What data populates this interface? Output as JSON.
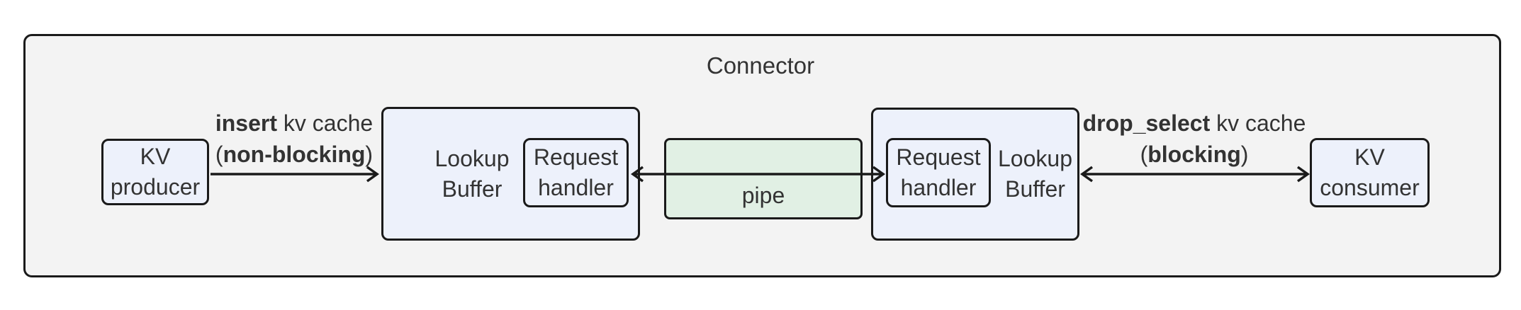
{
  "colors": {
    "canvas_bg": "#ffffff",
    "connector_fill": "#f3f3f3",
    "node_fill": "#edf1fb",
    "pipe_fill": "#e1f0e4",
    "border": "#1a1a1a",
    "text": "#333333"
  },
  "connector": {
    "title": "Connector"
  },
  "nodes": {
    "kv_producer": {
      "lines": [
        "KV",
        "producer"
      ]
    },
    "lookup_buffer_left": {
      "lines": [
        "Lookup",
        "Buffer"
      ]
    },
    "request_handler_left": {
      "lines": [
        "Request",
        "handler"
      ]
    },
    "pipe": {
      "label": "pipe"
    },
    "request_handler_right": {
      "lines": [
        "Request",
        "handler"
      ]
    },
    "lookup_buffer_right": {
      "lines": [
        "Lookup",
        "Buffer"
      ]
    },
    "kv_consumer": {
      "lines": [
        "KV",
        "consumer"
      ]
    }
  },
  "edges": {
    "insert": {
      "line1_bold": "insert",
      "line1_rest": " kv cache",
      "line2_open": "(",
      "line2_bold": "non-blocking",
      "line2_close": ")"
    },
    "drop_select": {
      "line1_bold": "drop_select",
      "line1_rest": " kv cache",
      "line2_open": "(",
      "line2_bold": "blocking",
      "line2_close": ")"
    }
  }
}
